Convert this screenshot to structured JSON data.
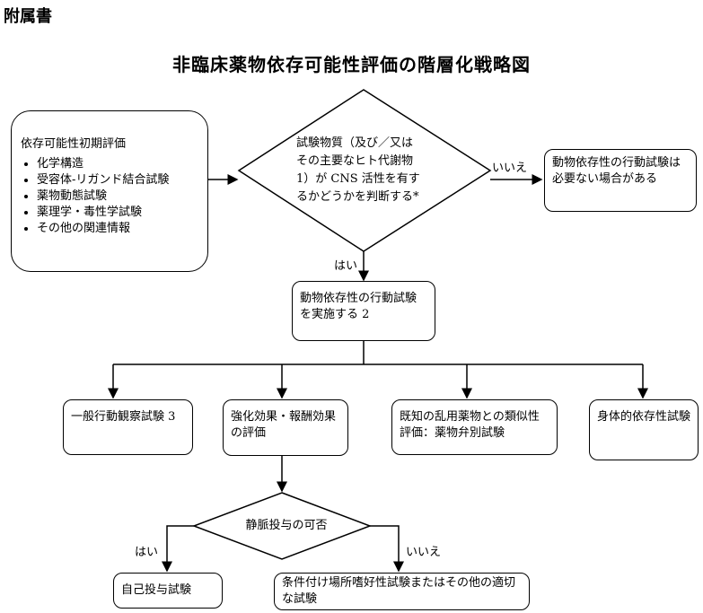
{
  "header": {
    "attachment": "附属書"
  },
  "title": "非臨床薬物依存可能性評価の階層化戦略図",
  "initial": {
    "heading": "依存可能性初期評価",
    "items": [
      "化学構造",
      "受容体-リガンド結合試験",
      "薬物動態試験",
      "薬理学・毒性学試験",
      "その他の関連情報"
    ]
  },
  "decision_cns": {
    "line1": "試験物質（及び／又は",
    "line2": "その主要なヒト代謝物",
    "line3": "1）が CNS 活性を有す",
    "line4": "るかどうかを判断する*"
  },
  "no_label_1": "いいえ",
  "not_needed": "動物依存性の行動試験は必要ない場合がある",
  "yes_label_1": "はい",
  "behavior_test": "動物依存性の行動試験を実施する 2",
  "tests": {
    "general": "一般行動観察試験 3",
    "reinforcement": "強化効果・報酬効果の評価",
    "discrimination": "既知の乱用薬物との類似性評価：薬物弁別試験",
    "physical": "身体的依存性試験"
  },
  "decision_iv": "静脈投与の可否",
  "yes_label_2": "はい",
  "no_label_2": "いいえ",
  "self_admin": "自己投与試験",
  "cpp": "条件付け場所嗜好性試験またはその他の適切な試験"
}
